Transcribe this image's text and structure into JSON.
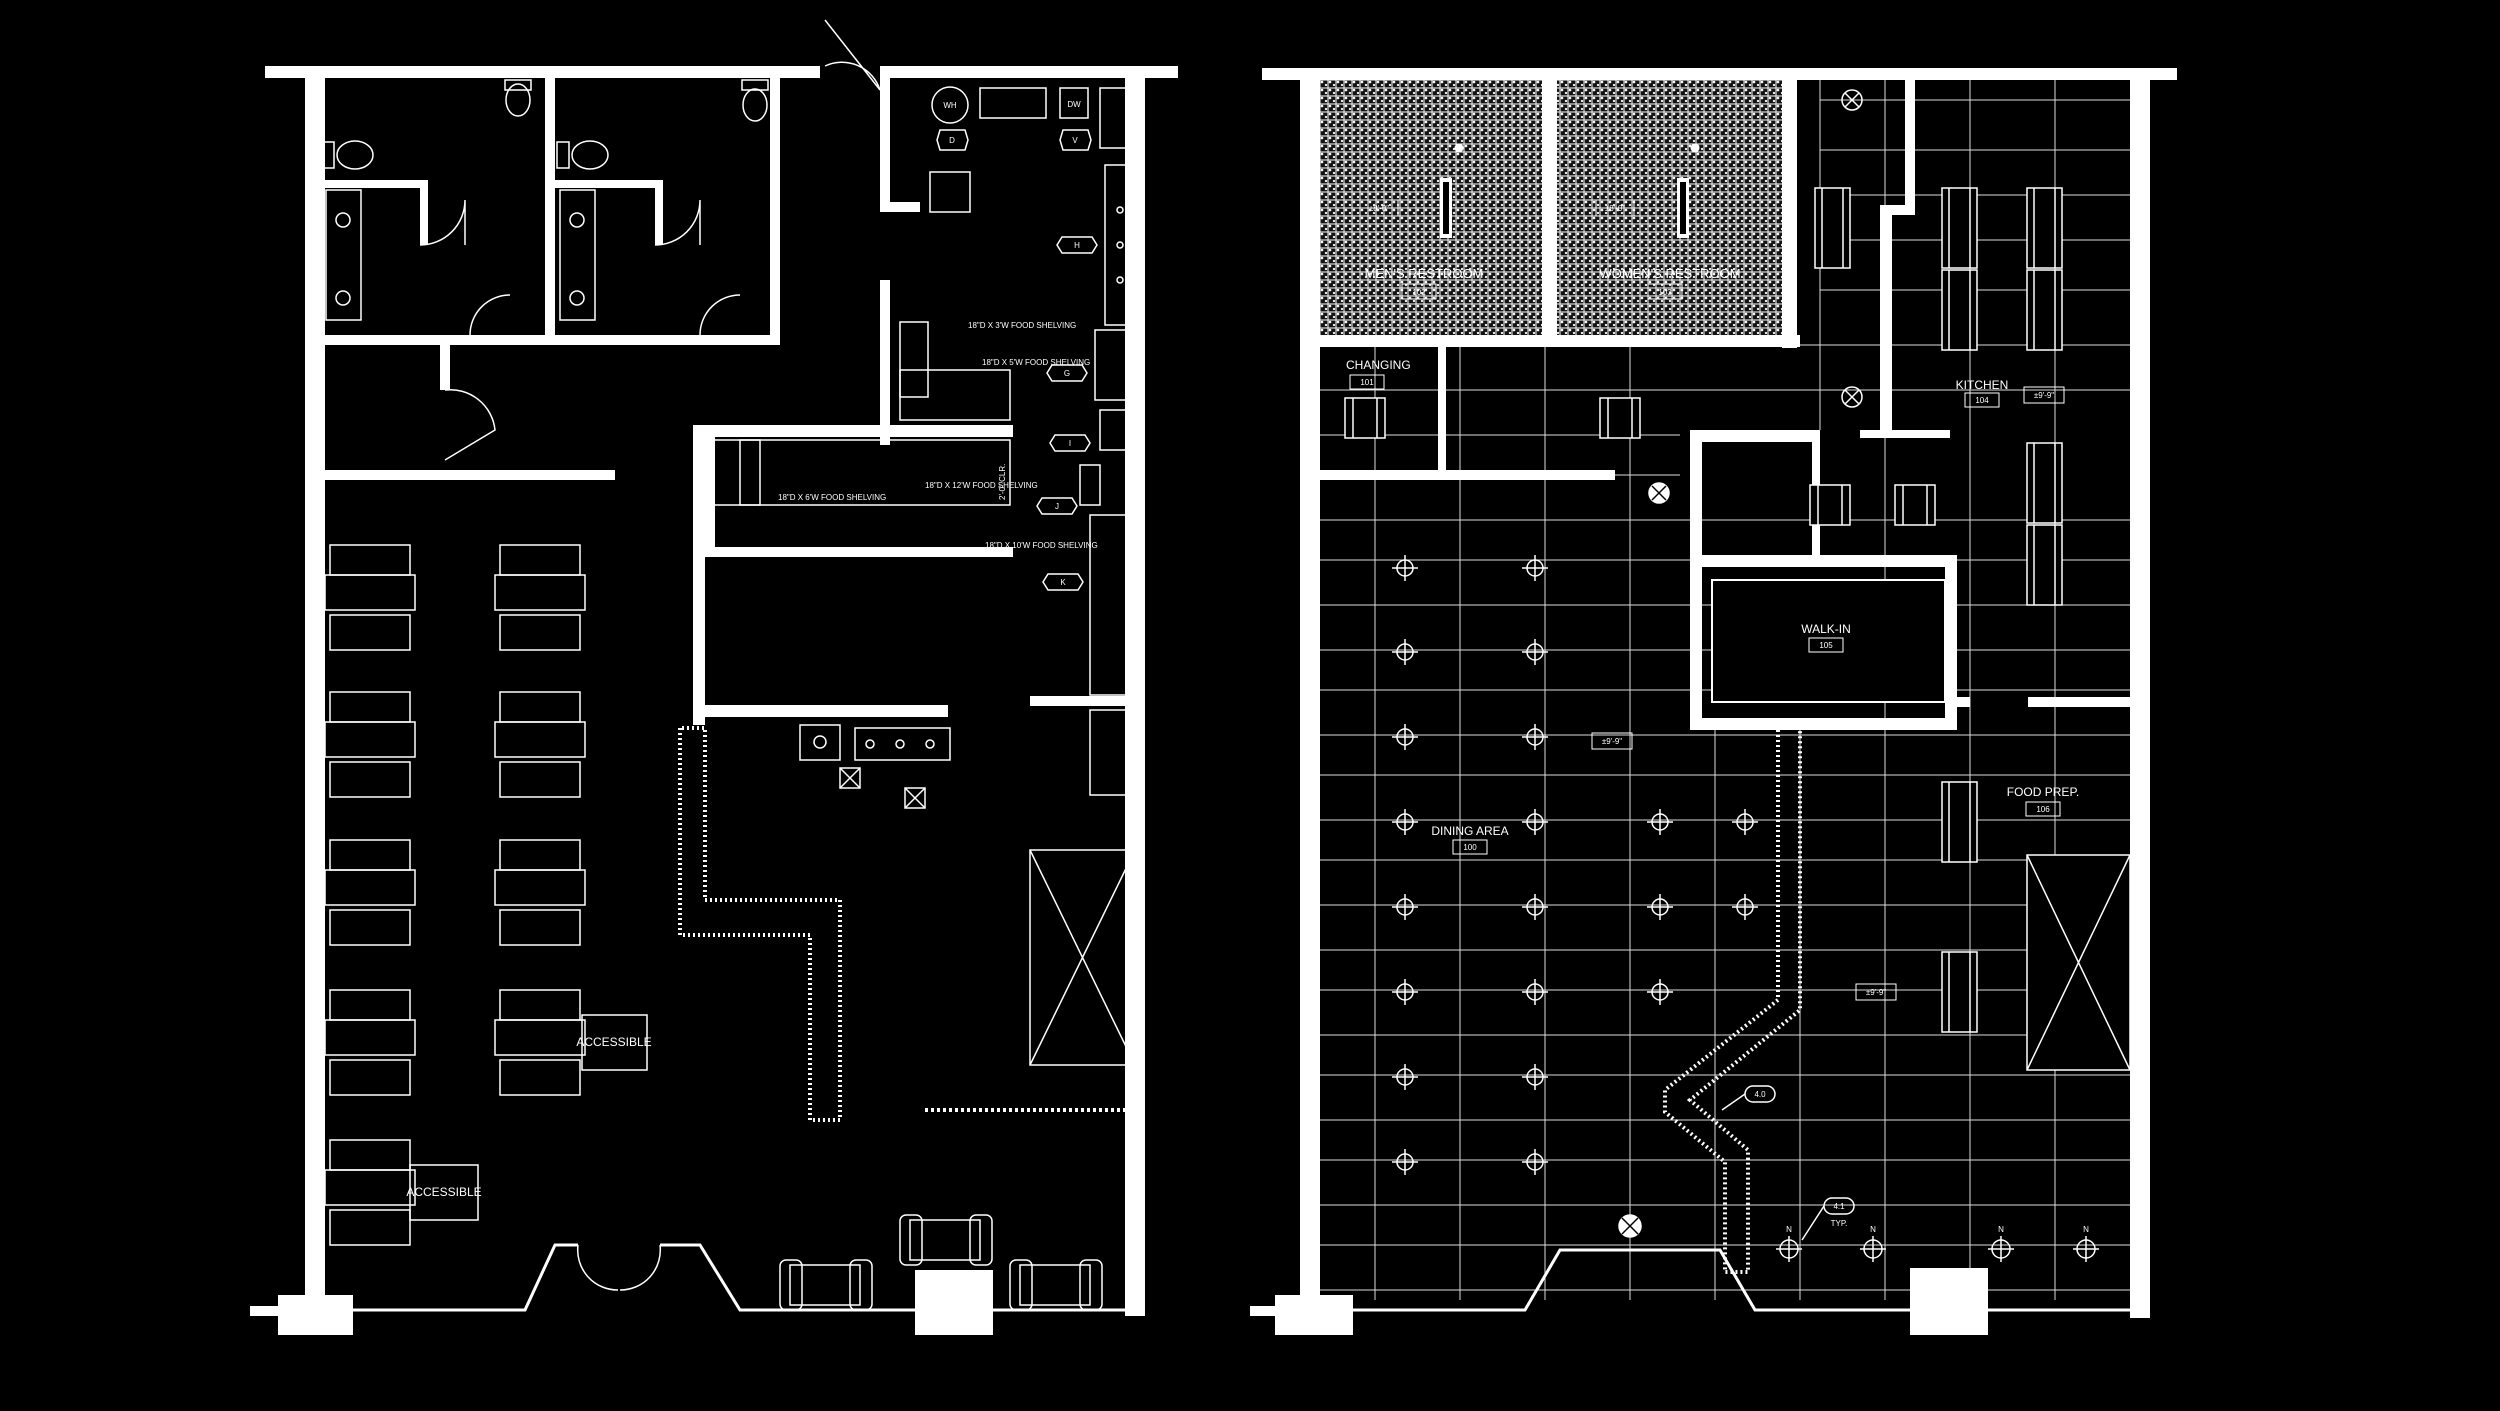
{
  "colors": {
    "background": "#000000",
    "linework": "#ffffff",
    "wall": "#ffffff",
    "restroom_fill": "#1a1a1a"
  },
  "floor_plan": {
    "appliances": {
      "water_heater": "WH",
      "dishwasher": "DW",
      "d": "D",
      "v": "V"
    },
    "equipment_tags": [
      "H",
      "G",
      "I",
      "J",
      "K"
    ],
    "shelving": [
      "18\"D X 3'W FOOD SHELVING",
      "18\"D X 5'W FOOD SHELVING",
      "18\"D X 12'W FOOD SHELVING",
      "18\"D X 6'W FOOD SHELVING",
      "18\"D X 10'W FOOD SHELVING"
    ],
    "clearance": "2'-0\" CLR.",
    "accessible_labels": [
      "ACCESSIBLE",
      "ACCESSIBLE"
    ]
  },
  "ceiling_plan": {
    "rooms": {
      "men_restroom": {
        "name": "MEN'S RESTROOM",
        "number": "102",
        "height": "±8'-0\""
      },
      "women_restroom": {
        "name": "WOMEN'S RESTROOM",
        "number": "103",
        "height": "±8'-0\""
      },
      "changing": {
        "name": "CHANGING",
        "number": "101"
      },
      "kitchen": {
        "name": "KITCHEN",
        "number": "104",
        "height": "±9'-9\""
      },
      "walk_in": {
        "name": "WALK-IN",
        "number": "105"
      },
      "dining": {
        "name": "DINING AREA",
        "number": "100",
        "height": "±9'-9\""
      },
      "food_prep": {
        "name": "FOOD PREP.",
        "number": "106",
        "height": "±9'-9\""
      }
    },
    "callouts": {
      "detail_a": "4.0",
      "detail_b": "4.1",
      "typ": "TYP."
    },
    "north_marks": [
      "N",
      "N",
      "N",
      "N"
    ]
  }
}
